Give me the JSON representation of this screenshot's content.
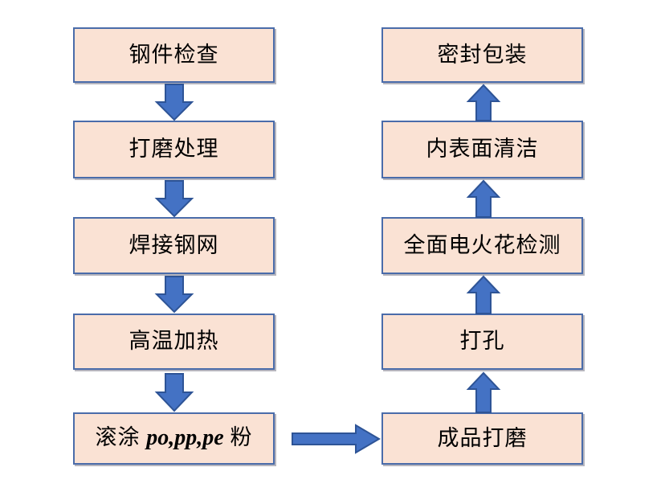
{
  "diagram": {
    "type": "process-flowchart",
    "title": "",
    "colors": {
      "box_fill": "#FAE2D4",
      "box_border": "#4A6CAA",
      "arrow_fill": "#4472C4",
      "arrow_border": "#2E5496",
      "text": "#000000",
      "background": "#FFFFFF"
    },
    "left_column": {
      "steps": [
        {
          "id": "step-1",
          "label": "钢件检查"
        },
        {
          "id": "step-2",
          "label": "打磨处理"
        },
        {
          "id": "step-3",
          "label": "焊接钢网"
        },
        {
          "id": "step-4",
          "label": "高温加热"
        },
        {
          "id": "step-5",
          "label_prefix": "滚涂 ",
          "label_latin": "po,pp,pe",
          "label_suffix": " 粉",
          "label": "滚涂 po,pp,pe 粉"
        }
      ]
    },
    "right_column": {
      "steps": [
        {
          "id": "step-10",
          "label": "密封包装"
        },
        {
          "id": "step-9",
          "label": "内表面清洁"
        },
        {
          "id": "step-8",
          "label": "全面电火花检测"
        },
        {
          "id": "step-7",
          "label": "打孔"
        },
        {
          "id": "step-6",
          "label": "成品打磨"
        }
      ]
    },
    "connectors": [
      {
        "id": "arrow-1",
        "direction": "down",
        "from": "step-1",
        "to": "step-2"
      },
      {
        "id": "arrow-2",
        "direction": "down",
        "from": "step-2",
        "to": "step-3"
      },
      {
        "id": "arrow-3",
        "direction": "down",
        "from": "step-3",
        "to": "step-4"
      },
      {
        "id": "arrow-4",
        "direction": "down",
        "from": "step-4",
        "to": "step-5"
      },
      {
        "id": "arrow-5",
        "direction": "right",
        "from": "step-5",
        "to": "step-6"
      },
      {
        "id": "arrow-6",
        "direction": "up",
        "from": "step-6",
        "to": "step-7"
      },
      {
        "id": "arrow-7",
        "direction": "up",
        "from": "step-7",
        "to": "step-8"
      },
      {
        "id": "arrow-8",
        "direction": "up",
        "from": "step-8",
        "to": "step-9"
      },
      {
        "id": "arrow-9",
        "direction": "up",
        "from": "step-9",
        "to": "step-10"
      }
    ]
  }
}
